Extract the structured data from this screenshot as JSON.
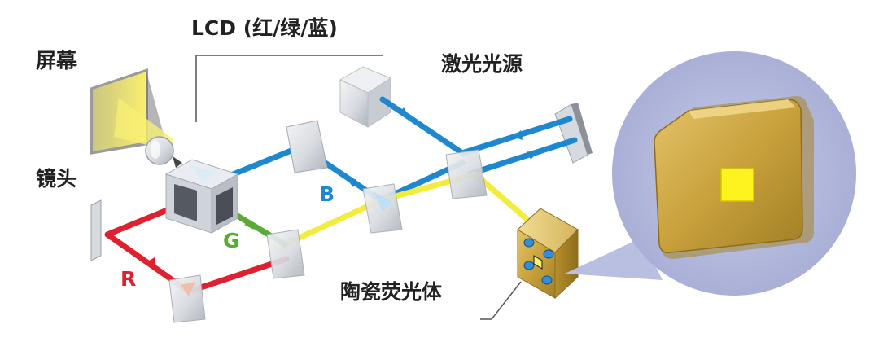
{
  "labels": {
    "lcd": "LCD (红/绿/蓝)",
    "screen": "屏幕",
    "lens": "镜头",
    "laser_source": "激光光源",
    "ceramic_phosphor": "陶瓷荧光体"
  },
  "beams": {
    "blue": "B",
    "green": "G",
    "red": "R"
  },
  "colors": {
    "blue": "#1e88cf",
    "green": "#5aaa35",
    "red": "#e0202e",
    "yellow": "#f1ec3e",
    "phosphor_gold": "#c9a13c",
    "magnifier_bg": "#b9bfe0"
  }
}
